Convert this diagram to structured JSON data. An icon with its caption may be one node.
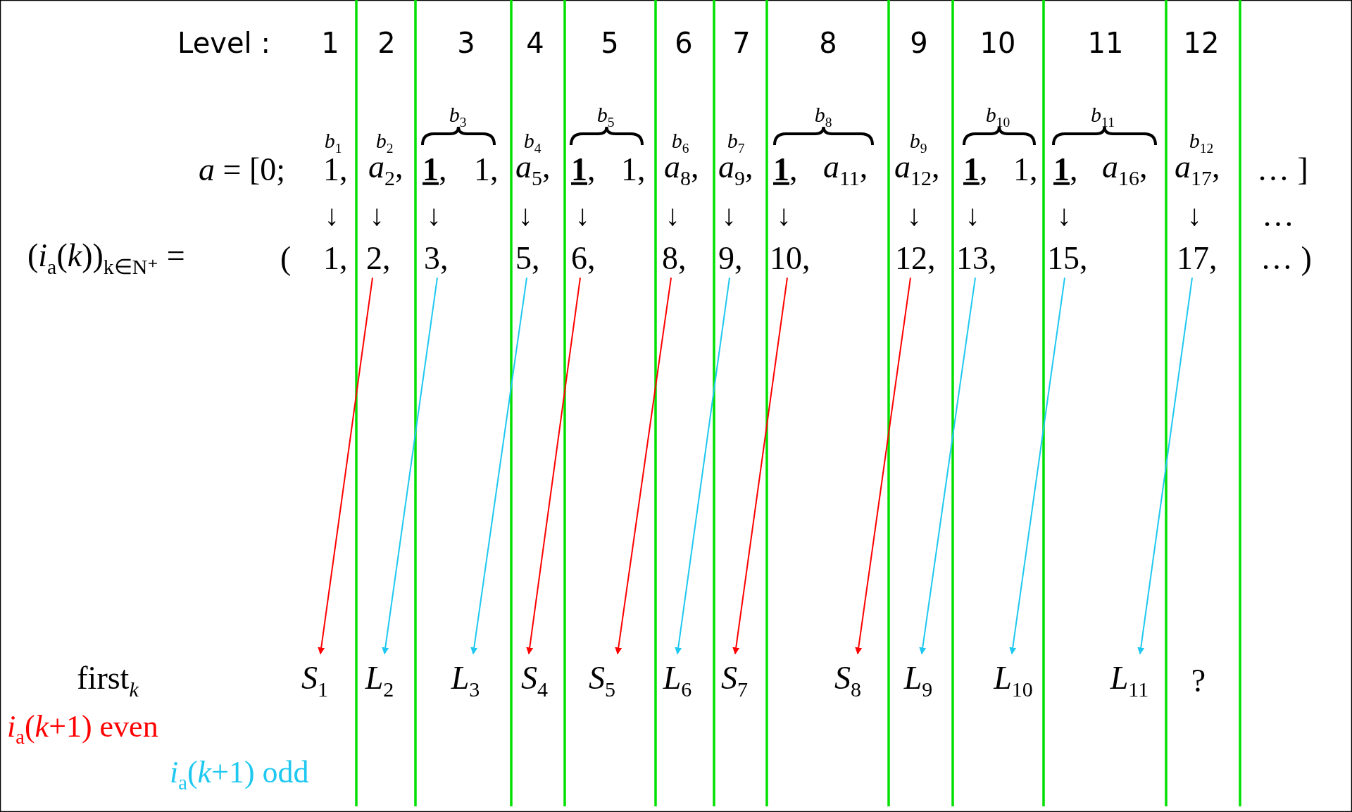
{
  "diagram": {
    "nodes": [
      {
        "text": [
          "2,"
        ]
      },
      {
        "text": [
          "3,"
        ]
      },
      {
        "text": [
          "5,"
        ]
      },
      {
        "text": [
          "6,"
        ]
      },
      {
        "text": [
          "8,"
        ]
      },
      {
        "text": [
          "9,"
        ]
      },
      {
        "text": [
          "10,"
        ]
      },
      {
        "text": [
          "12,"
        ]
      },
      {
        "text": [
          "13,"
        ]
      },
      {
        "text": [
          "15,"
        ]
      },
      {
        "text": [
          "17,"
        ]
      },
      {
        "text": [
          "*S*$_{1}$"
        ]
      },
      {
        "text": [
          "*L*$_{2}$"
        ]
      },
      {
        "text": [
          "*L*$_{3}$"
        ]
      },
      {
        "text": [
          "*S*$_{4}$"
        ]
      },
      {
        "text": [
          "*S*$_{5}$"
        ]
      },
      {
        "text": [
          "*L*$_{6}$"
        ]
      },
      {
        "text": [
          "*S*$_{7}$"
        ]
      },
      {
        "text": [
          "*S*$_{8}$"
        ]
      },
      {
        "text": [
          "*L*$_{9}$"
        ]
      },
      {
        "text": [
          "*L*$_{10}$"
        ]
      },
      {
        "text": [
          "*L*$_{11}$"
        ]
      }
    ],
    "edges": [
      {
        "from": 0,
        "to": 11,
        "arrow": "to",
        "color": "#ff0000"
      },
      {
        "from": 1,
        "to": 12,
        "arrow": "to",
        "color": "#1ec8f0"
      },
      {
        "from": 2,
        "to": 13,
        "arrow": "to",
        "color": "#1ec8f0"
      },
      {
        "from": 3,
        "to": 14,
        "arrow": "to",
        "color": "#ff0000"
      },
      {
        "from": 4,
        "to": 15,
        "arrow": "to",
        "color": "#ff0000"
      },
      {
        "from": 5,
        "to": 16,
        "arrow": "to",
        "color": "#1ec8f0"
      },
      {
        "from": 6,
        "to": 17,
        "arrow": "to",
        "color": "#ff0000"
      },
      {
        "from": 7,
        "to": 18,
        "arrow": "to",
        "color": "#ff0000"
      },
      {
        "from": 8,
        "to": 19,
        "arrow": "to",
        "color": "#1ec8f0"
      },
      {
        "from": 9,
        "to": 20,
        "arrow": "to",
        "color": "#1ec8f0"
      },
      {
        "from": 10,
        "to": 21,
        "arrow": "to",
        "color": "#1ec8f0"
      }
    ],
    "labels": [
      "Level :",
      "1",
      "2",
      "3",
      "4",
      "5",
      "6",
      "7",
      "8",
      "9",
      "10",
      "11",
      "12",
      "*b*$_{1}$",
      "*b*$_{2}$",
      "*b*$_{3}$",
      "*b*$_{4}$",
      "*b*$_{5}$",
      "*b*$_{6}$",
      "*b*$_{7}$",
      "*b*$_{8}$",
      "*b*$_{9}$",
      "*b*$_{10}$",
      "*b*$_{11}$",
      "*b*$_{12}$",
      "*a* = [0;",
      "1,",
      "*a*$_{2}$,",
      "**1**,",
      "1,",
      "*a*$_{5}$,",
      "**1**,",
      "1,",
      "*a*$_{8}$,",
      "*a*$_{9}$,",
      "**1**,",
      "*a*$_{11}$,",
      "*a*$_{12}$,",
      "**1**,",
      "1,",
      "**1**,",
      "*a*$_{16}$,",
      "*a*$_{17}$,",
      "… ]",
      "↓",
      "↓",
      "↓",
      "↓",
      "↓",
      "↓",
      "↓",
      "↓",
      "↓",
      "↓",
      "↓",
      "↓",
      "…",
      "(*i*$_{a}$(*k*))$_{k∈N⁺}$ =",
      "(",
      "1,",
      "… )",
      "first$_{k}$",
      "?",
      "*i*$_{a}$(*k*+1) even",
      "*i*$_{a}$(*k*+1) odd"
    ]
  }
}
